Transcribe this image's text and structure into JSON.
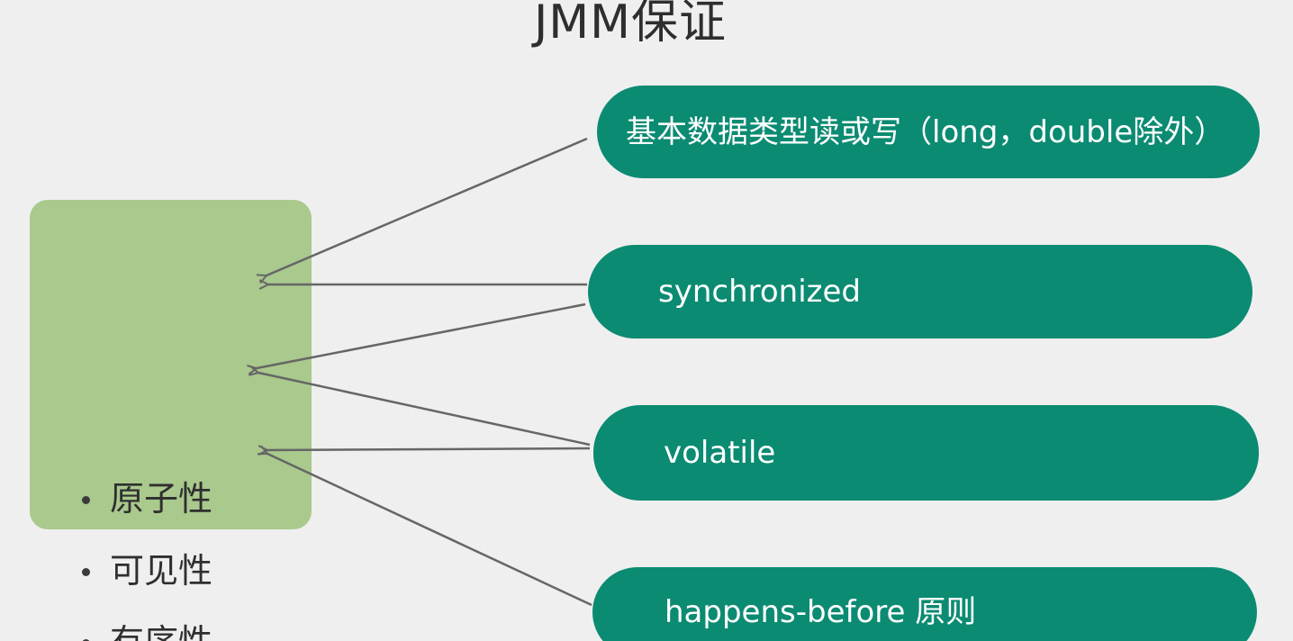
{
  "slide": {
    "title": "JMM保证"
  },
  "properties": {
    "items": [
      {
        "label": "原子性"
      },
      {
        "label": "可见性"
      },
      {
        "label": "有序性"
      }
    ]
  },
  "mechanisms": {
    "items": [
      {
        "label": "基本数据类型读或写（long，double除外）"
      },
      {
        "label": "synchronized"
      },
      {
        "label": "volatile"
      },
      {
        "label": "happens-before 原则"
      }
    ]
  },
  "links": [
    {
      "from": "基本数据类型读或写（long，double除外）",
      "to": "原子性"
    },
    {
      "from": "synchronized",
      "to": "原子性"
    },
    {
      "from": "synchronized",
      "to": "可见性"
    },
    {
      "from": "volatile",
      "to": "可见性"
    },
    {
      "from": "volatile",
      "to": "有序性"
    },
    {
      "from": "happens-before 原则",
      "to": "有序性"
    }
  ],
  "colors": {
    "background": "#efefef",
    "property_box": "#a9c98d",
    "mechanism_pill": "#0b8b72",
    "connector": "#666666",
    "title_text": "#2e2e2e"
  }
}
